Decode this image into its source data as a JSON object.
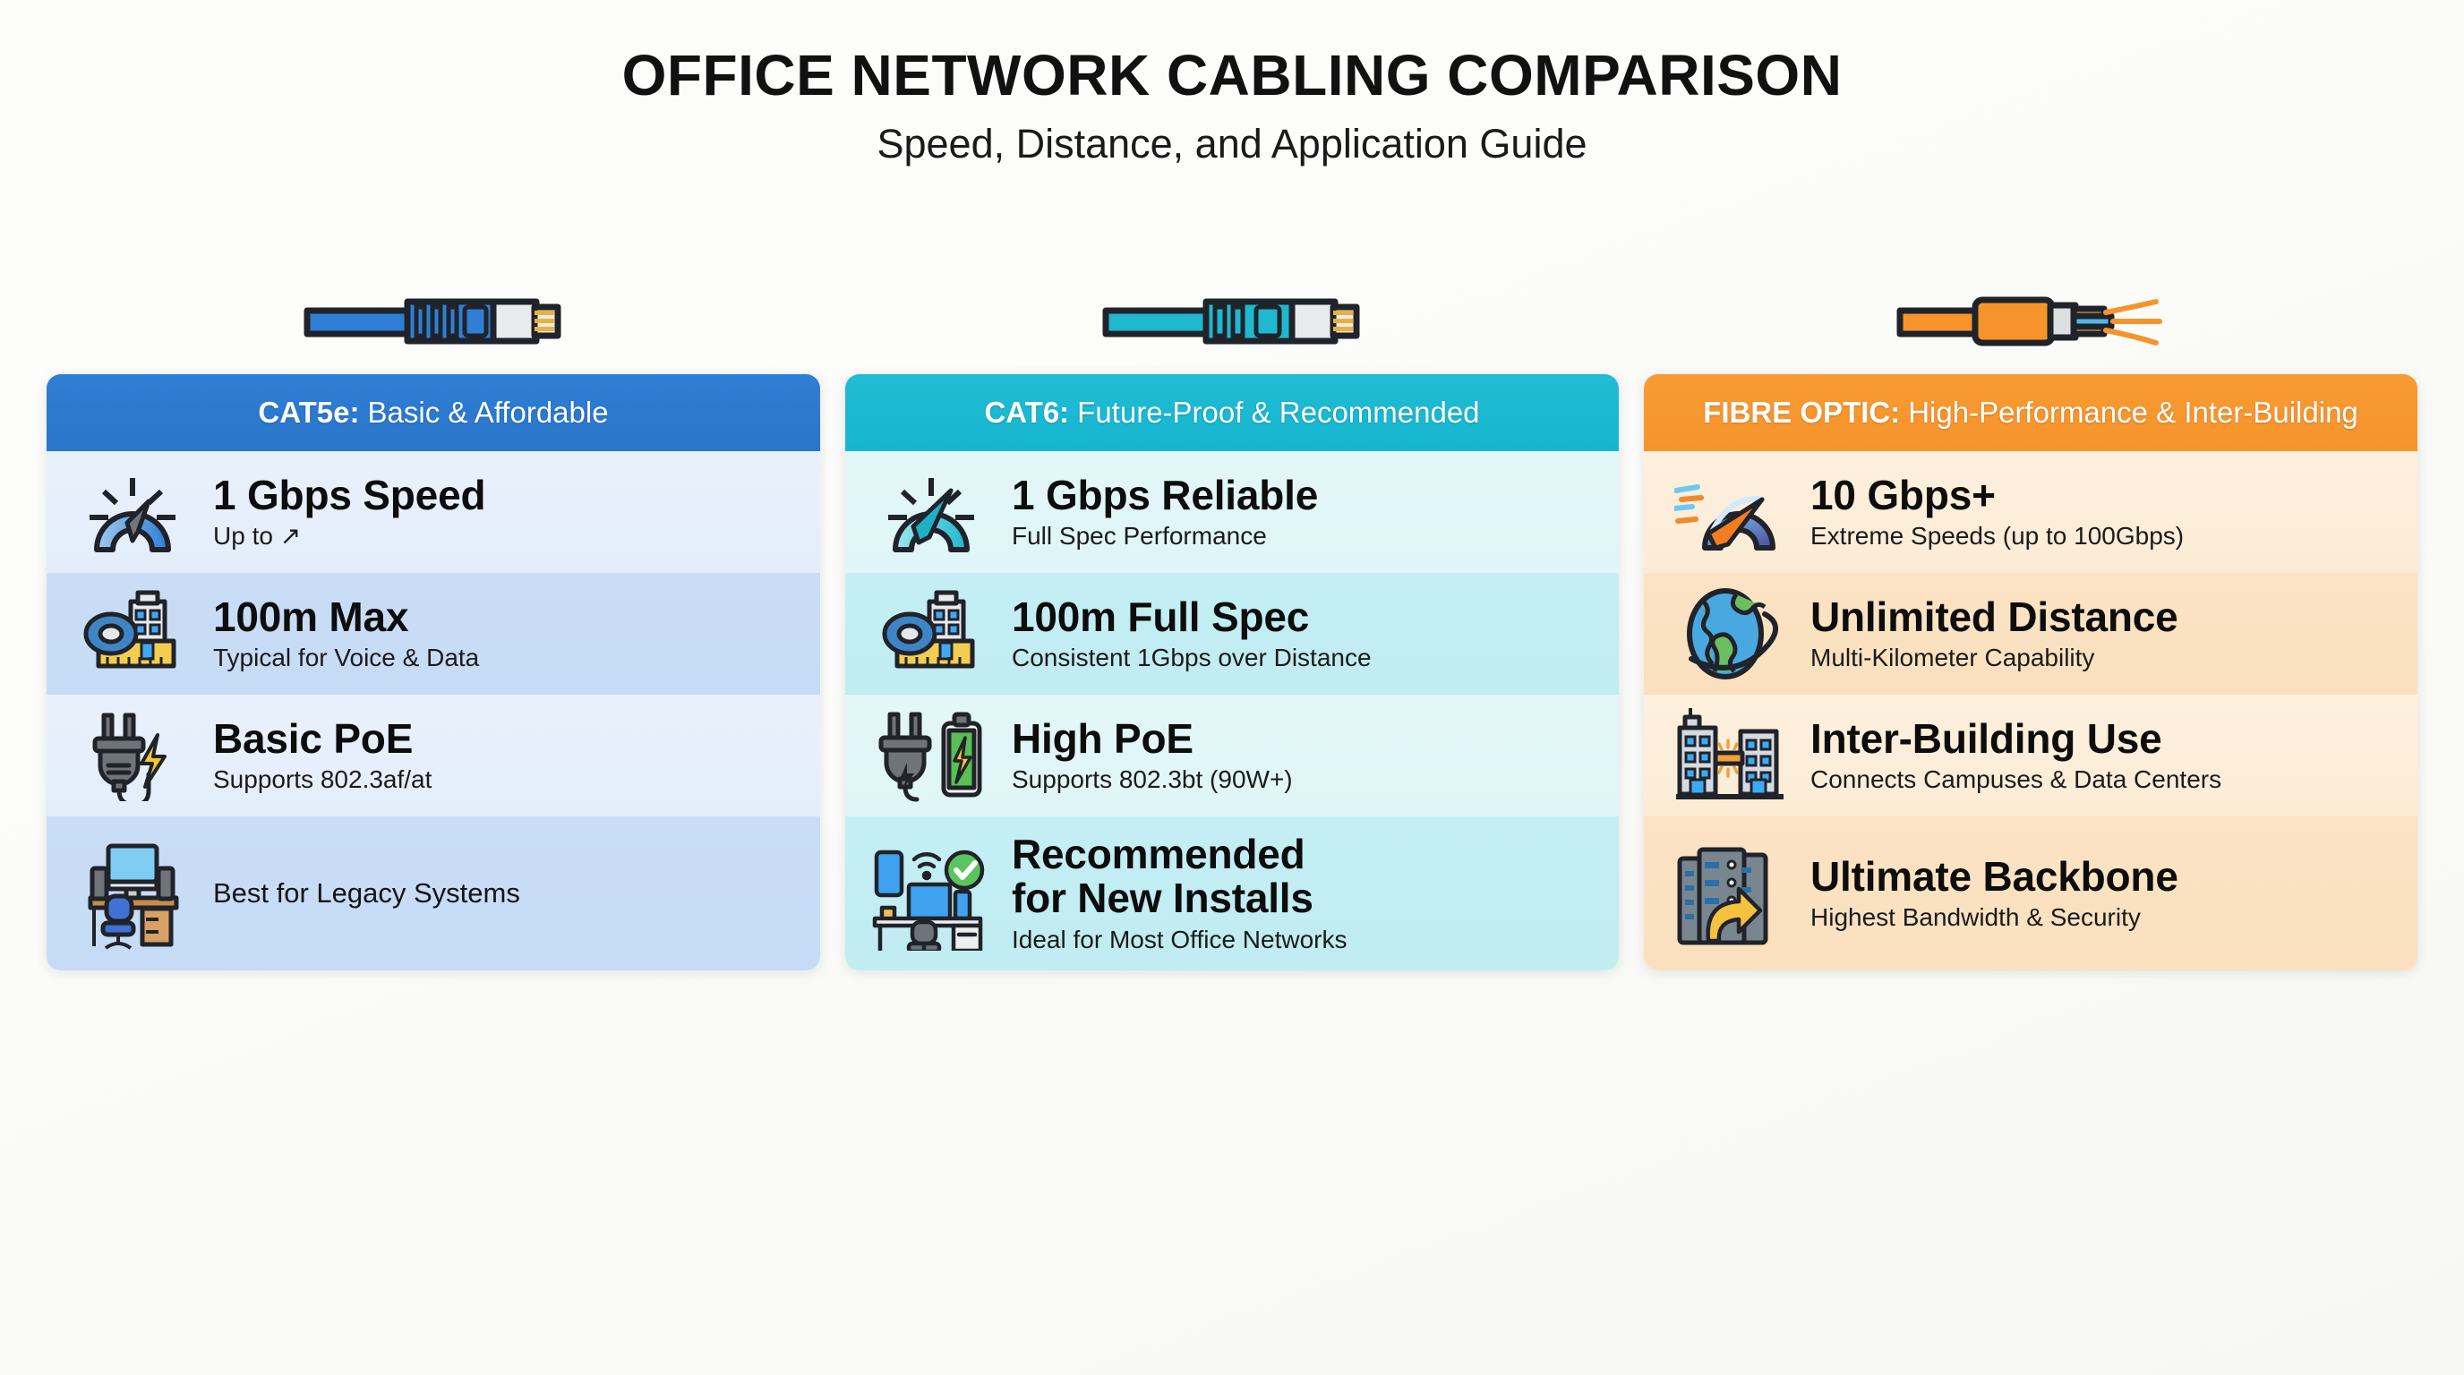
{
  "header": {
    "title": "OFFICE NETWORK CABLING COMPARISON",
    "subtitle": "Speed, Distance, and Application Guide"
  },
  "columns": [
    {
      "id": "cat5e",
      "cable_icon": "rj45-connector-blue-icon",
      "accent": "#2a75c9",
      "head_key": "CAT5e:",
      "head_desc": "Basic & Affordable",
      "rows": [
        {
          "icon": "speedometer-blue-icon",
          "title": "1 Gbps Speed",
          "sub": "Up to ↗"
        },
        {
          "icon": "tape-measure-building-icon",
          "title": "100m Max",
          "sub": "Typical for Voice & Data"
        },
        {
          "icon": "power-plug-bolt-icon",
          "title": "Basic PoE",
          "sub": "Supports 802.3af/at"
        },
        {
          "icon": "desk-computer-chair-icon",
          "title": "",
          "sub": "Best for Legacy Systems"
        }
      ]
    },
    {
      "id": "cat6",
      "cable_icon": "rj45-connector-teal-icon",
      "accent": "#16b6cf",
      "head_key": "CAT6:",
      "head_desc": "Future-Proof & Recommended",
      "rows": [
        {
          "icon": "speedometer-teal-icon",
          "title": "1 Gbps Reliable",
          "sub": "Full Spec Performance"
        },
        {
          "icon": "tape-measure-building-icon",
          "title": "100m Full Spec",
          "sub": "Consistent 1Gbps over Distance"
        },
        {
          "icon": "power-plug-battery-icon",
          "title": "High PoE",
          "sub": "Supports 802.3bt (90W+)"
        },
        {
          "icon": "office-devices-check-icon",
          "title": "Recommended\nfor New Installs",
          "sub": "Ideal for Most Office Networks"
        }
      ]
    },
    {
      "id": "fibre",
      "cable_icon": "fibre-optic-connector-orange-icon",
      "accent": "#f6942b",
      "head_key": "FIBRE OPTIC:",
      "head_desc": "High-Performance & Inter-Building",
      "rows": [
        {
          "icon": "speedometer-fast-icon",
          "title": "10 Gbps+",
          "sub": "Extreme Speeds (up to 100Gbps)"
        },
        {
          "icon": "globe-orbit-icon",
          "title": "Unlimited Distance",
          "sub": "Multi-Kilometer Capability"
        },
        {
          "icon": "two-buildings-link-icon",
          "title": "Inter-Building Use",
          "sub": "Connects Campuses & Data Centers"
        },
        {
          "icon": "server-rack-arrow-icon",
          "title": "Ultimate Backbone",
          "sub": "Highest Bandwidth & Security"
        }
      ]
    }
  ]
}
